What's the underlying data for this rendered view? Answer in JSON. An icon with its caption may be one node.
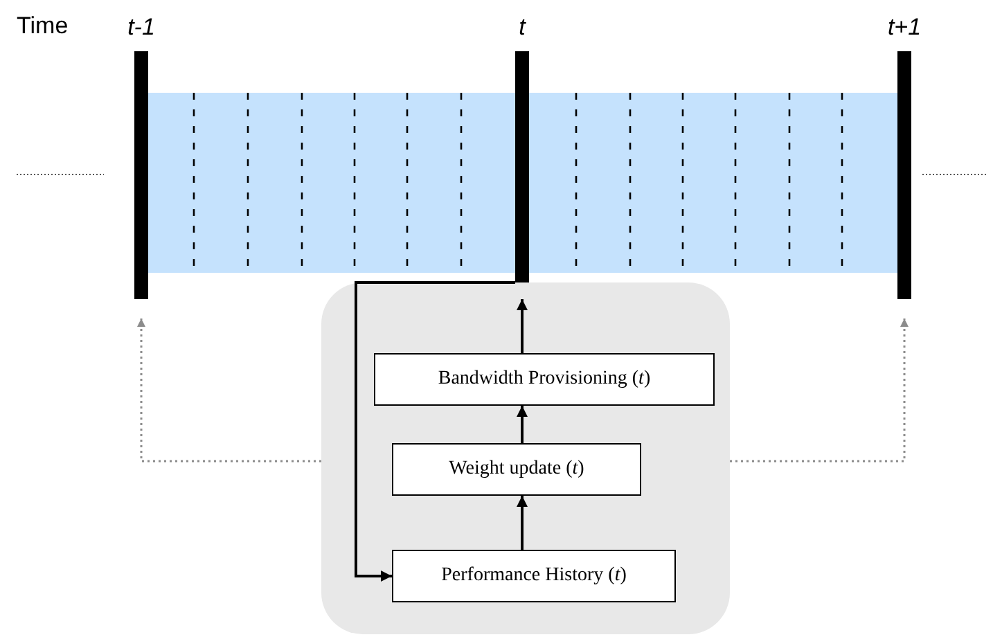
{
  "diagram": {
    "nodes": [
      {
        "text": [
          "t-1"
        ]
      },
      {
        "text": [
          "t"
        ]
      },
      {
        "text": [
          "t+1"
        ]
      },
      {
        "text": [],
        "shape": "box"
      },
      {
        "text": [
          "Bandwidth Provisioning (*t*)"
        ],
        "in": 3
      },
      {
        "text": [
          "Weight update (*t*)"
        ],
        "in": 3
      },
      {
        "text": [
          "Performance History (*t*)"
        ],
        "in": 3
      }
    ],
    "edges": [
      {
        "from": 4,
        "to": 1,
        "arrow": "to"
      },
      {
        "from": 5,
        "to": 4,
        "arrow": "to"
      },
      {
        "from": 6,
        "to": 5,
        "arrow": "to"
      },
      {
        "from": 1,
        "to": 6,
        "arrow": "to"
      },
      {
        "from": 3,
        "to": 0,
        "arrow": "to",
        "style": "dashed",
        "color": "#8c8c8c"
      },
      {
        "from": 3,
        "to": 2,
        "arrow": "to",
        "style": "dashed",
        "color": "#8c8c8c"
      }
    ],
    "labels": [
      "Time"
    ]
  }
}
